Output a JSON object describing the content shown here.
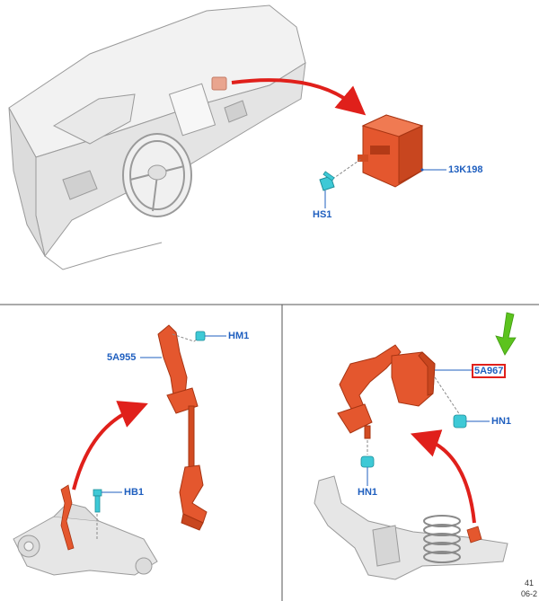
{
  "callouts": {
    "module_13k198": "13K198",
    "screw_hs1": "HS1",
    "sensor_5a955": "5A955",
    "nut_hm1": "HM1",
    "bolt_hb1": "HB1",
    "sensor_5a967": "5A967",
    "nut_hn1_upper": "HN1",
    "nut_hn1_lower": "HN1"
  },
  "footer": {
    "page_number": "41",
    "date_fragment": "06-2"
  },
  "colors": {
    "part_orange": "#e4572e",
    "part_orange_dark": "#b33a17",
    "fastener_cyan": "#3ec9d6",
    "arrow_red": "#e0201b",
    "callout_blue": "#1f5fbf",
    "indicator_green": "#5cc31e",
    "vehicle_grey": "#d9d9d9",
    "panel_border": "#555555"
  },
  "icons": {
    "highlight": "green-arrow-icon",
    "motion": "red-curved-arrow-icon"
  }
}
